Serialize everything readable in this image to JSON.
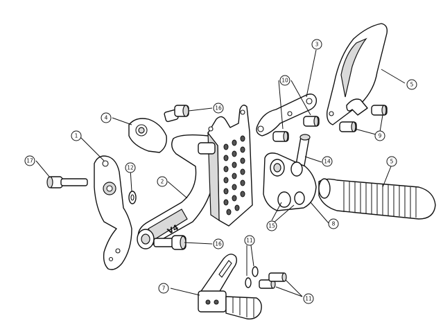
{
  "diagram": {
    "callouts": [
      {
        "id": "c1",
        "label": "1"
      },
      {
        "id": "c2",
        "label": "2"
      },
      {
        "id": "c3",
        "label": "3"
      },
      {
        "id": "c4",
        "label": "4"
      },
      {
        "id": "c5a",
        "label": "5"
      },
      {
        "id": "c5b",
        "label": "5"
      },
      {
        "id": "c7",
        "label": "7"
      },
      {
        "id": "c8",
        "label": "8"
      },
      {
        "id": "c9",
        "label": "9"
      },
      {
        "id": "c10",
        "label": "10"
      },
      {
        "id": "c11a",
        "label": "11"
      },
      {
        "id": "c11b",
        "label": "11"
      },
      {
        "id": "c12",
        "label": "12"
      },
      {
        "id": "c14",
        "label": "14"
      },
      {
        "id": "c15",
        "label": "15"
      },
      {
        "id": "c16a",
        "label": "16"
      },
      {
        "id": "c16b",
        "label": "16"
      },
      {
        "id": "c17",
        "label": "17"
      }
    ],
    "logo_text": "V4"
  }
}
